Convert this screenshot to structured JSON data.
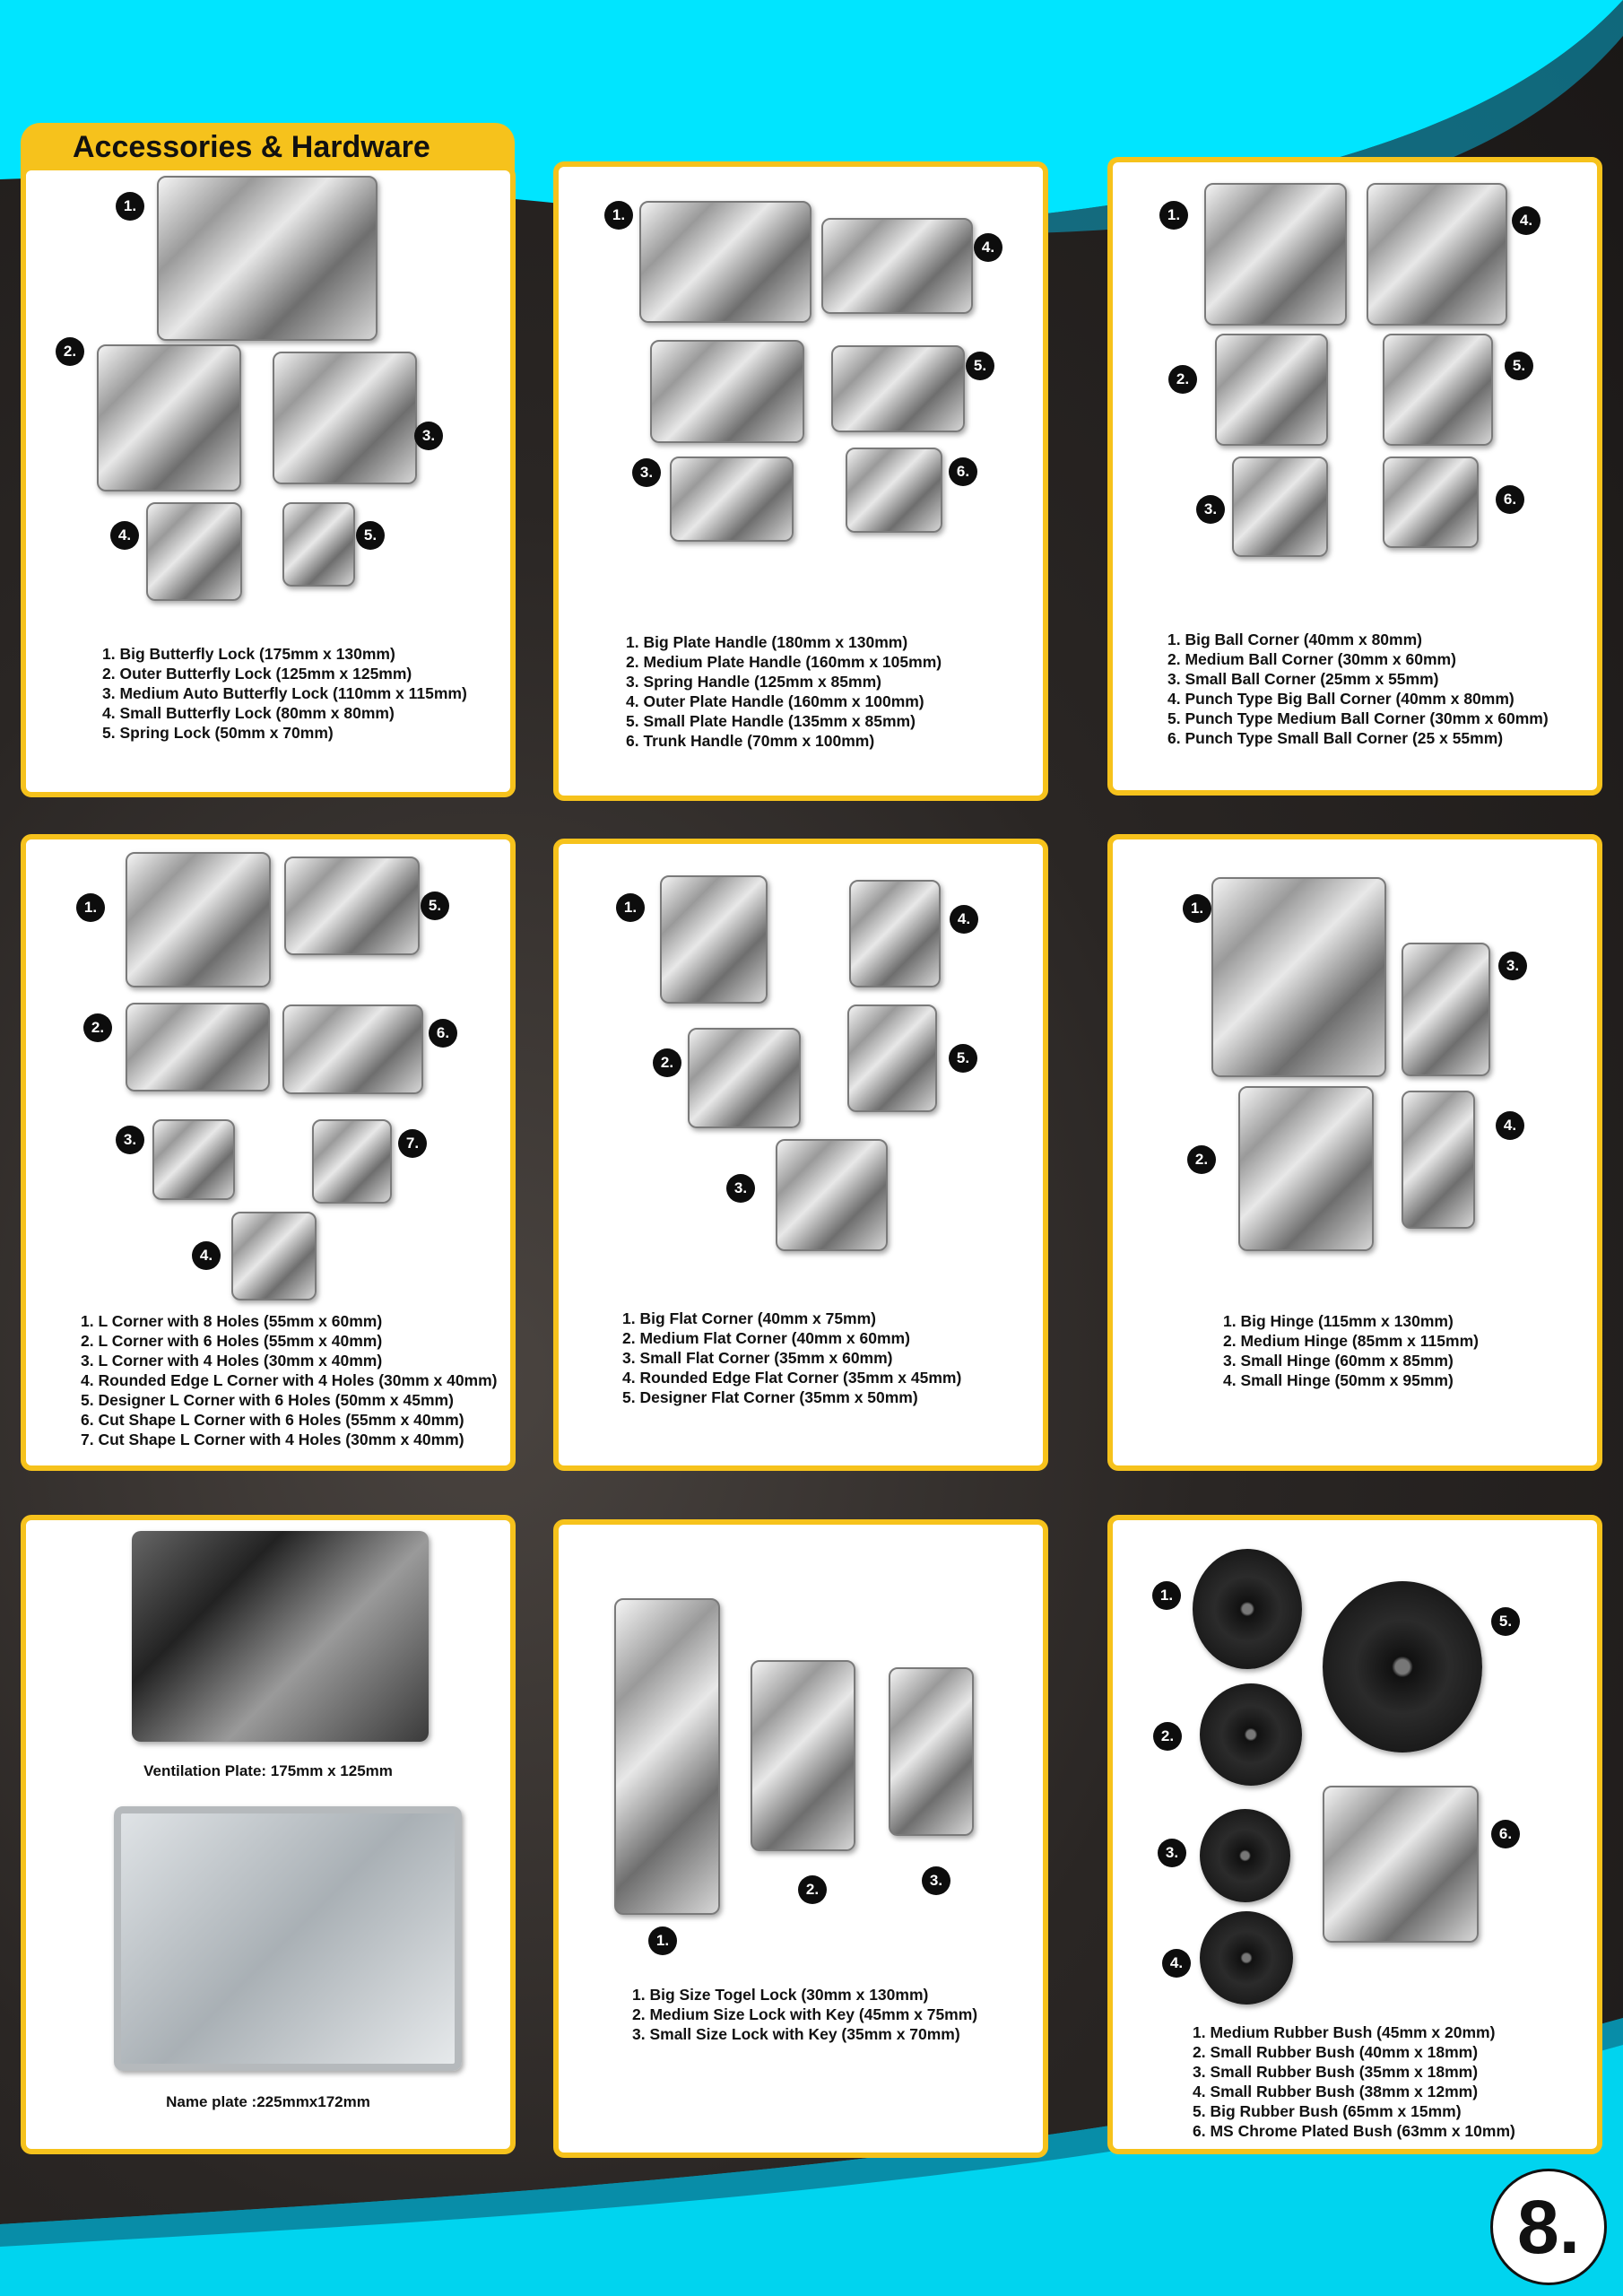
{
  "header": {
    "title": "Accessories & Hardware"
  },
  "page_number": "8.",
  "colors": {
    "accent": "#f6c21c",
    "sky": "#00e5ff"
  },
  "panels": [
    {
      "name": "butterfly-locks",
      "badges": [
        "1.",
        "2.",
        "3.",
        "4.",
        "5."
      ],
      "items": [
        "1. Big Butterfly Lock (175mm x 130mm)",
        "2. Outer Butterfly Lock (125mm x 125mm)",
        "3. Medium Auto Butterfly Lock (110mm x 115mm)",
        "4. Small Butterfly Lock (80mm x 80mm)",
        "5. Spring Lock (50mm x 70mm)"
      ]
    },
    {
      "name": "handles",
      "badges": [
        "1.",
        "4.",
        "5.",
        "3.",
        "6."
      ],
      "items": [
        "1. Big Plate Handle (180mm x 130mm)",
        "2. Medium Plate Handle (160mm x 105mm)",
        "3. Spring Handle (125mm x 85mm)",
        "4. Outer Plate Handle (160mm x 100mm)",
        "5. Small Plate Handle (135mm x 85mm)",
        "6. Trunk Handle (70mm x 100mm)"
      ]
    },
    {
      "name": "ball-corners",
      "badges": [
        "1.",
        "4.",
        "2.",
        "5.",
        "3.",
        "6."
      ],
      "items": [
        "1. Big Ball Corner (40mm x 80mm)",
        "2. Medium Ball Corner (30mm x 60mm)",
        "3. Small Ball Corner (25mm x 55mm)",
        "4. Punch Type Big Ball Corner (40mm x 80mm)",
        "5. Punch Type Medium Ball Corner (30mm x 60mm)",
        "6. Punch Type Small Ball Corner (25 x 55mm)"
      ]
    },
    {
      "name": "l-corners",
      "badges": [
        "1.",
        "5.",
        "2.",
        "6.",
        "3.",
        "7.",
        "4."
      ],
      "items": [
        "1. L Corner with 8 Holes (55mm x 60mm)",
        "2. L Corner with 6 Holes (55mm x 40mm)",
        "3. L Corner with 4 Holes (30mm x 40mm)",
        "4. Rounded Edge L Corner with 4 Holes (30mm x 40mm)",
        "5. Designer L Corner with 6 Holes (50mm x 45mm)",
        "6. Cut Shape L Corner with 6 Holes (55mm x 40mm)",
        "7. Cut Shape L Corner with 4 Holes (30mm x 40mm)"
      ]
    },
    {
      "name": "flat-corners",
      "badges": [
        "1.",
        "4.",
        "2.",
        "5.",
        "3."
      ],
      "items": [
        "1. Big Flat Corner (40mm x 75mm)",
        "2. Medium Flat Corner (40mm x 60mm)",
        "3. Small Flat Corner (35mm x 60mm)",
        "4. Rounded Edge Flat Corner (35mm x 45mm)",
        "5. Designer Flat Corner (35mm x 50mm)"
      ]
    },
    {
      "name": "hinges",
      "badges": [
        "1.",
        "3.",
        "2.",
        "4."
      ],
      "items": [
        "1. Big Hinge (115mm x 130mm)",
        "2. Medium Hinge (85mm x 115mm)",
        "3. Small Hinge (60mm x 85mm)",
        "4. Small Hinge (50mm x 95mm)"
      ]
    },
    {
      "name": "plates",
      "badges": [],
      "items": [],
      "captions": [
        "Ventilation Plate: 175mm x 125mm",
        "Name plate :225mmx172mm"
      ]
    },
    {
      "name": "toggle-locks",
      "badges": [
        "1.",
        "2.",
        "3."
      ],
      "items": [
        "1. Big Size Togel Lock (30mm x 130mm)",
        "2. Medium Size Lock with Key (45mm x 75mm)",
        "3. Small Size Lock with Key (35mm x 70mm)"
      ]
    },
    {
      "name": "rubber-bush",
      "badges": [
        "1.",
        "5.",
        "2.",
        "6.",
        "3.",
        "4."
      ],
      "items": [
        "1. Medium Rubber Bush (45mm x 20mm)",
        "2. Small Rubber Bush (40mm x 18mm)",
        "3. Small Rubber Bush (35mm x 18mm)",
        "4. Small Rubber Bush (38mm x 12mm)",
        "5. Big Rubber Bush (65mm x 15mm)",
        "6. MS Chrome Plated Bush (63mm x 10mm)"
      ]
    }
  ]
}
